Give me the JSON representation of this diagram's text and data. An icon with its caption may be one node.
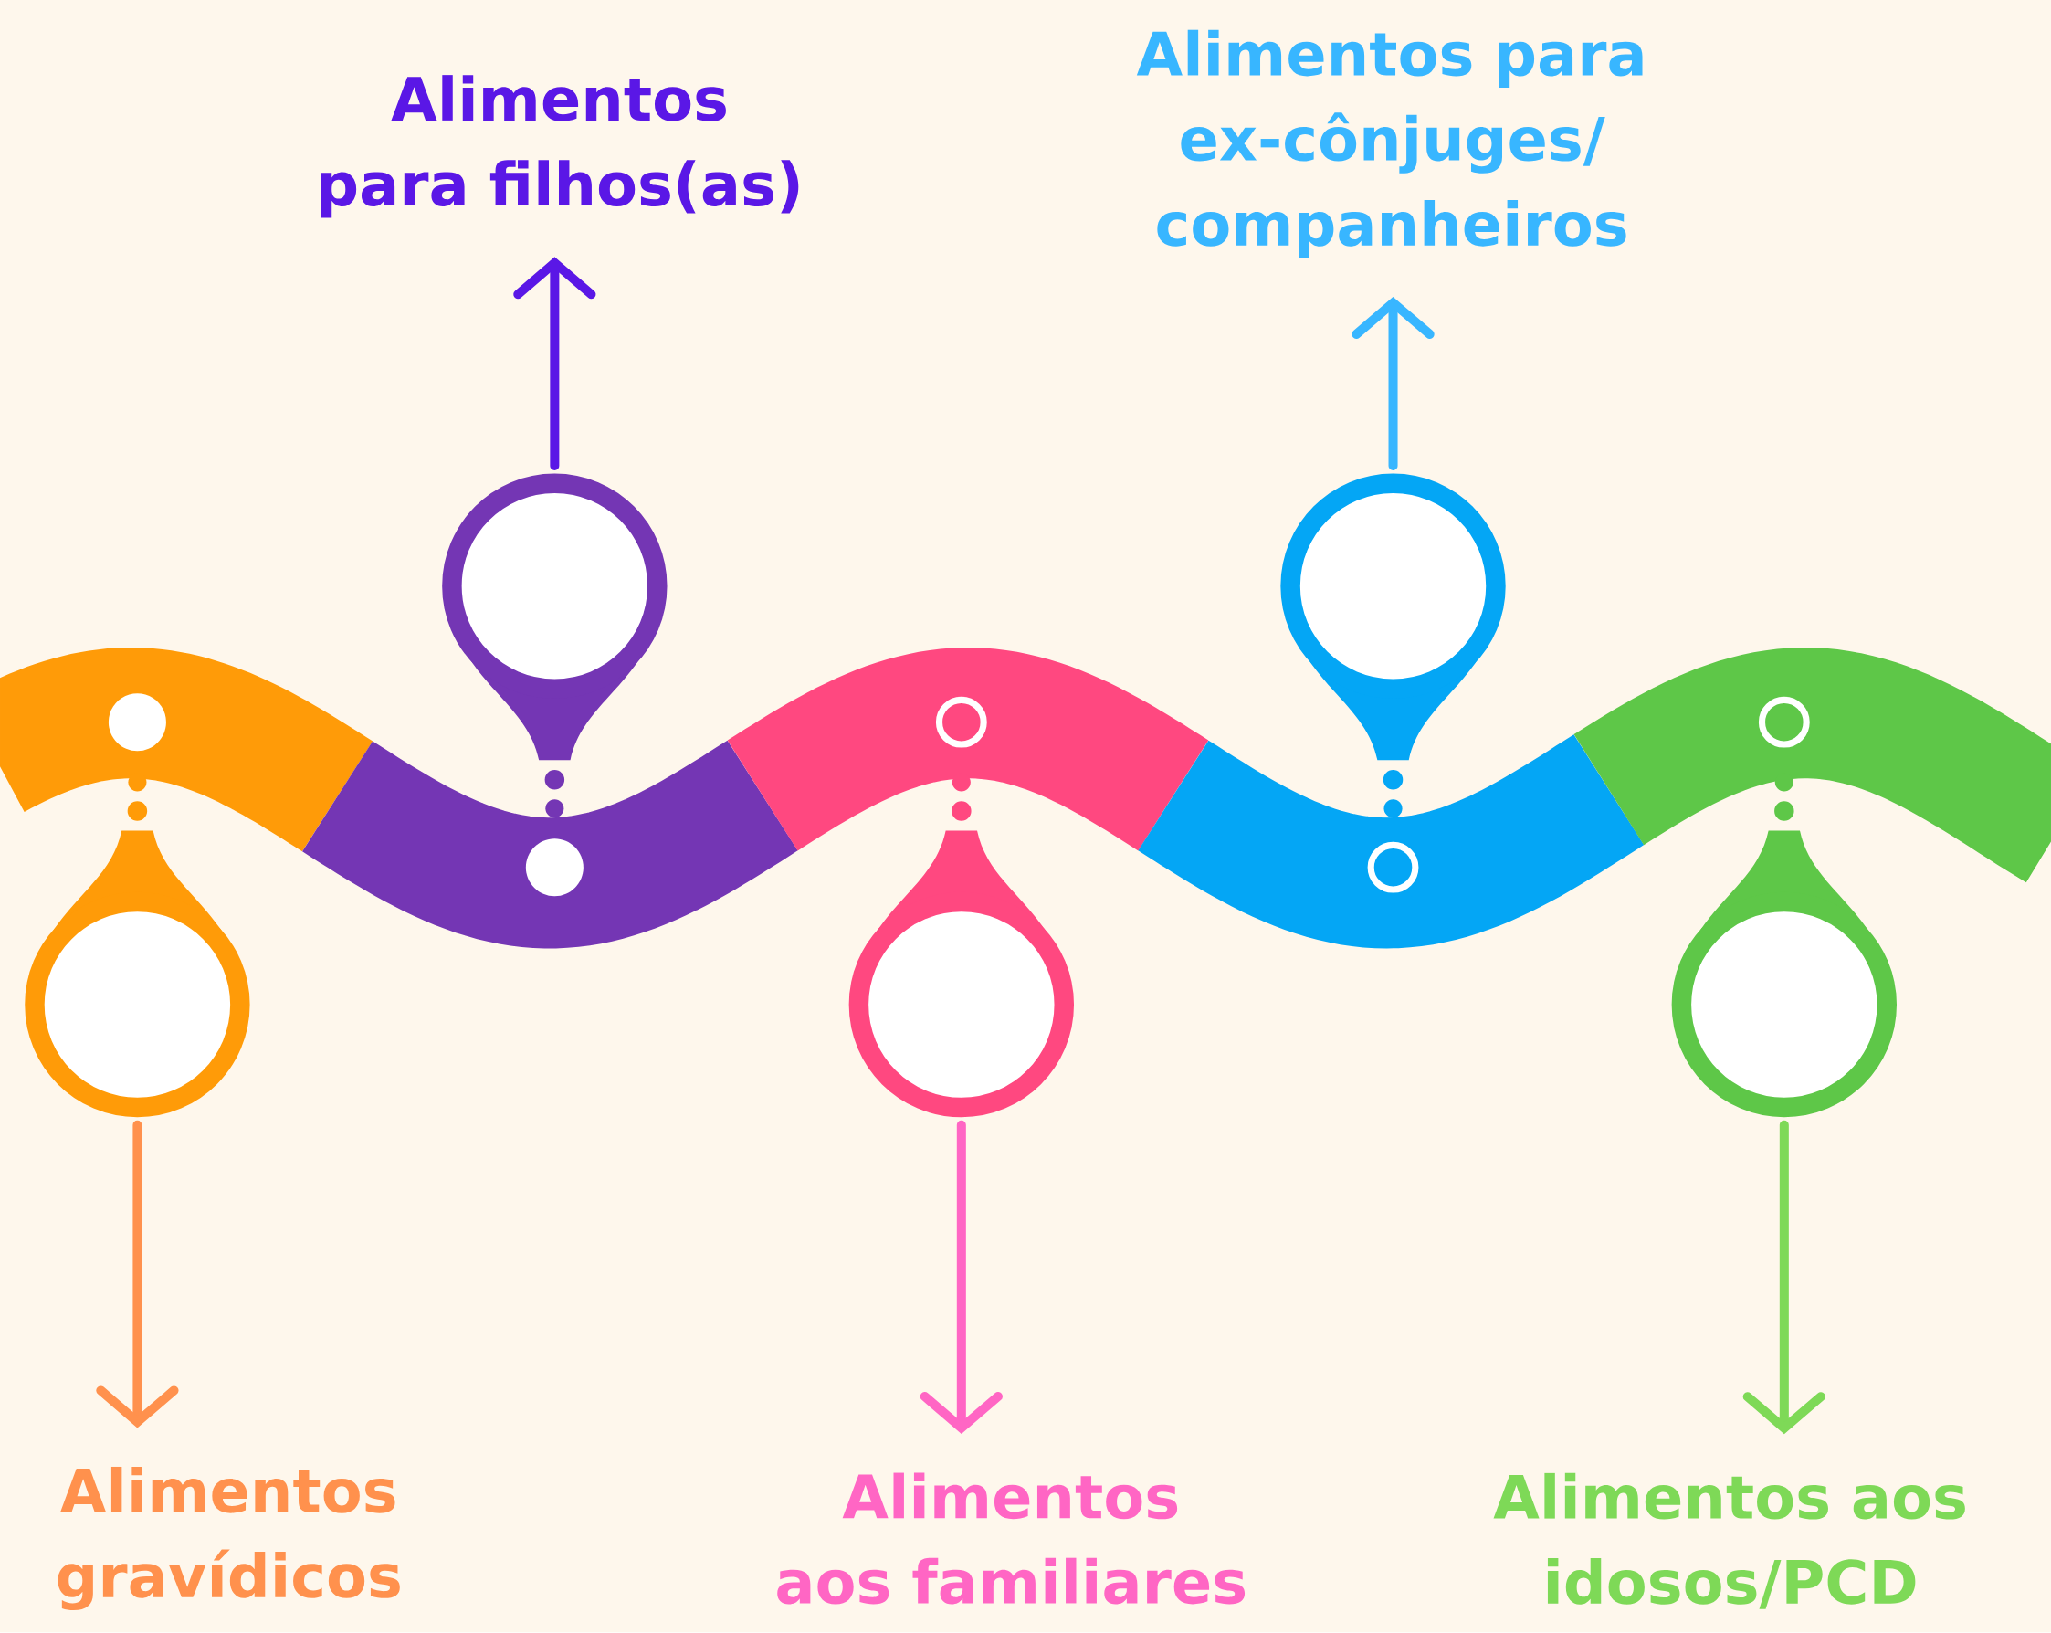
{
  "diagram": {
    "nodes": [
      {
        "text": [],
        "shape": "circle"
      },
      {
        "text": [],
        "shape": "circle"
      },
      {
        "text": [],
        "shape": "circle"
      },
      {
        "text": [],
        "shape": "circle"
      },
      {
        "text": [],
        "shape": "circle"
      },
      {
        "text": [
          "Alimentos gravídicos"
        ]
      },
      {
        "text": [
          "Alimentos para filhos(as)"
        ]
      },
      {
        "text": [
          "Alimentos aos familiares"
        ]
      },
      {
        "text": [
          "Alimentos para ex-cônjuges/ companheiros"
        ]
      },
      {
        "text": [
          "Alimentos aos idosos/PCD"
        ]
      }
    ],
    "edges": [
      {
        "from": 0,
        "to": 5,
        "arrow": "to",
        "color": "#ff914d"
      },
      {
        "from": 1,
        "to": 6,
        "arrow": "to",
        "color": "#5a17e6"
      },
      {
        "from": 2,
        "to": 7,
        "arrow": "to",
        "color": "#ff66c4"
      },
      {
        "from": 3,
        "to": 8,
        "arrow": "to",
        "color": "#38b6ff"
      },
      {
        "from": 4,
        "to": 9,
        "arrow": "to",
        "color": "#7ed957"
      }
    ]
  }
}
